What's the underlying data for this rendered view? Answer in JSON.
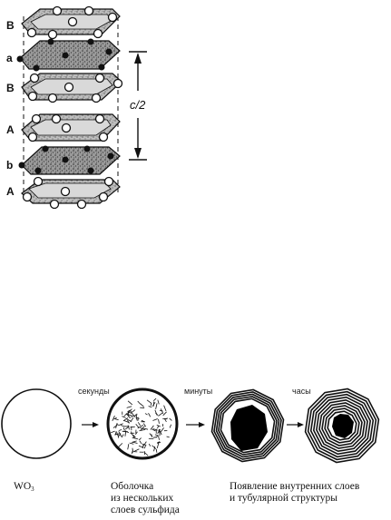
{
  "structure": {
    "layers": [
      "B",
      "a",
      "B",
      "A",
      "b",
      "A"
    ],
    "period_label": "c/2"
  },
  "process": {
    "times": [
      "секунды",
      "минуты",
      "часы"
    ],
    "captions": {
      "wo3_main": "WO",
      "wo3_sub": "3",
      "shell": [
        "Оболочка",
        "из нескольких",
        "слоев сульфида"
      ],
      "growth": [
        "Появление внутренних слоев",
        "и тубулярной структуры"
      ]
    }
  }
}
